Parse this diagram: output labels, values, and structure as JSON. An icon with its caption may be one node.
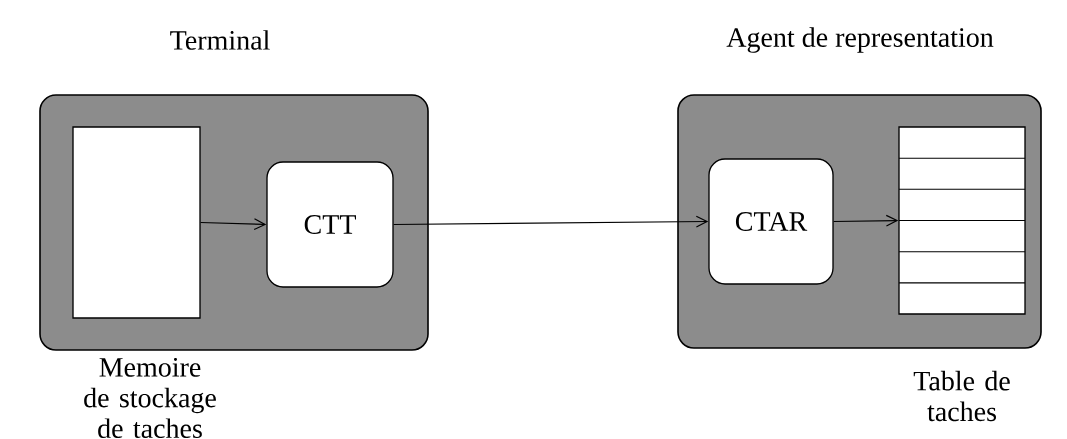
{
  "diagram": {
    "nodes": [
      {
        "text": [
          "Terminal"
        ]
      },
      {
        "text": [],
        "shape": "box",
        "in": 0,
        "beside": [
          "Memoire de stockage de taches"
        ]
      },
      {
        "text": [
          "CTT"
        ],
        "in": 0
      },
      {
        "text": [
          "Agent de representation"
        ]
      },
      {
        "text": [
          "CTAR"
        ],
        "in": 3
      },
      {
        "text": [],
        "shape": "table",
        "in": 3,
        "beside": [
          "Table de taches"
        ]
      }
    ],
    "edges": [
      {
        "from": 1,
        "to": 2,
        "arrow": "to"
      },
      {
        "from": 2,
        "to": 4,
        "arrow": "to"
      },
      {
        "from": 4,
        "to": 5,
        "arrow": "to"
      }
    ]
  }
}
